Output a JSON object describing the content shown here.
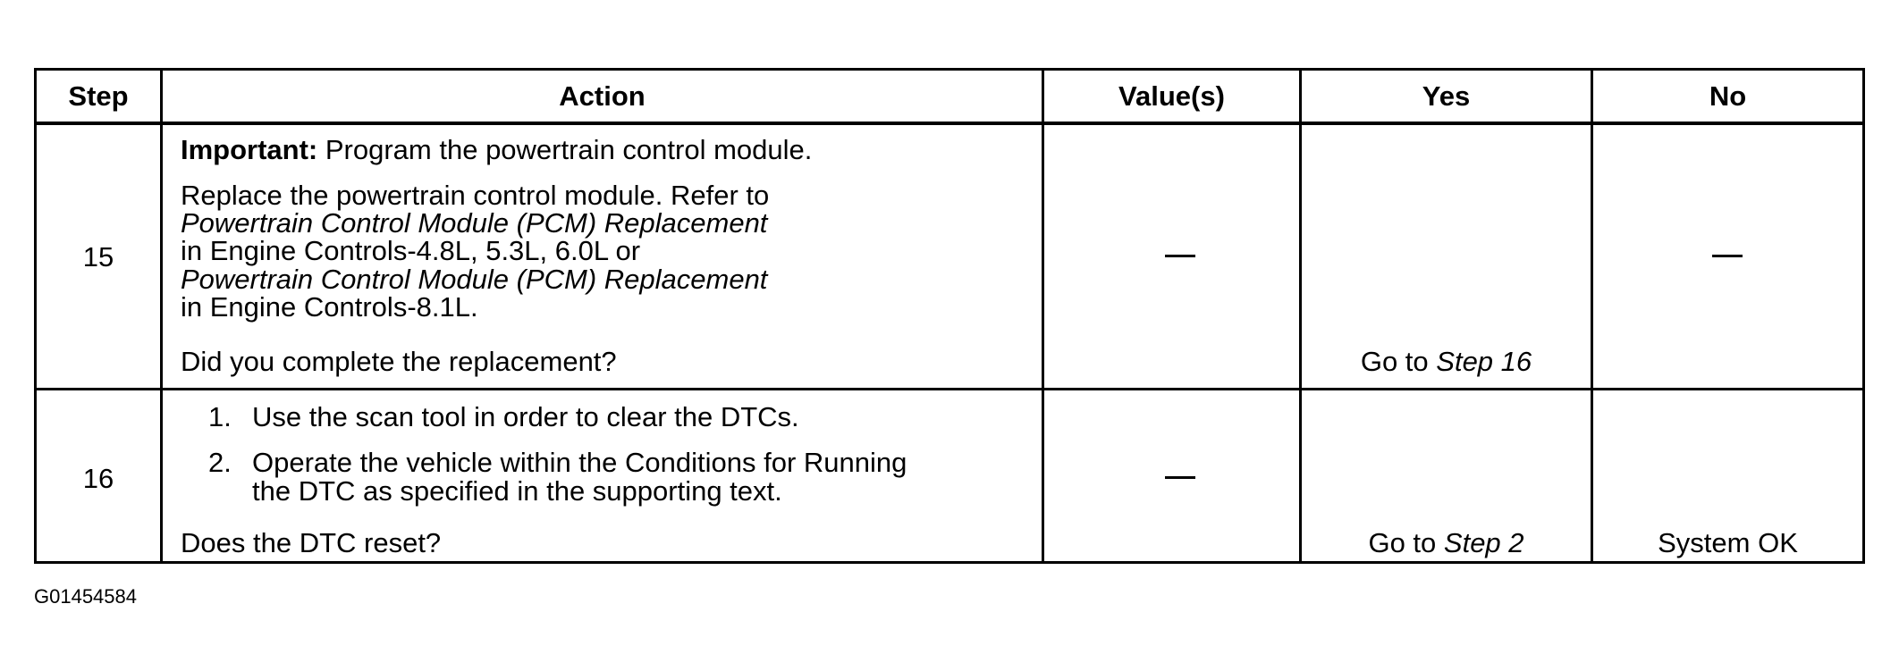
{
  "table": {
    "headers": {
      "step": "Step",
      "action": "Action",
      "values": "Value(s)",
      "yes": "Yes",
      "no": "No"
    },
    "rows": [
      {
        "step": "15",
        "important_label": "Important:",
        "important_text": " Program the powertrain control module.",
        "replace_line1": "Replace the powertrain control module. Refer to",
        "replace_ref1": "Powertrain Control Module (PCM) Replacement",
        "replace_line2": "in Engine Controls-4.8L, 5.3L, 6.0L or",
        "replace_ref2": "Powertrain Control Module (PCM) Replacement",
        "replace_line3": "in Engine Controls-8.1L.",
        "question": "Did you complete the replacement?",
        "value": "—",
        "yes_prefix": "Go to ",
        "yes_step": "Step 16",
        "no": "—"
      },
      {
        "step": "16",
        "item1_num": "1.",
        "item1_text": "Use the scan tool in order to clear the DTCs.",
        "item2_num": "2.",
        "item2_line1": "Operate the vehicle within the Conditions for Running",
        "item2_line2": "the DTC as specified in the supporting text.",
        "question": "Does the DTC reset?",
        "value": "—",
        "yes_prefix": "Go to ",
        "yes_step": "Step 2",
        "no": "System OK"
      }
    ]
  },
  "figure_id": "G01454584"
}
